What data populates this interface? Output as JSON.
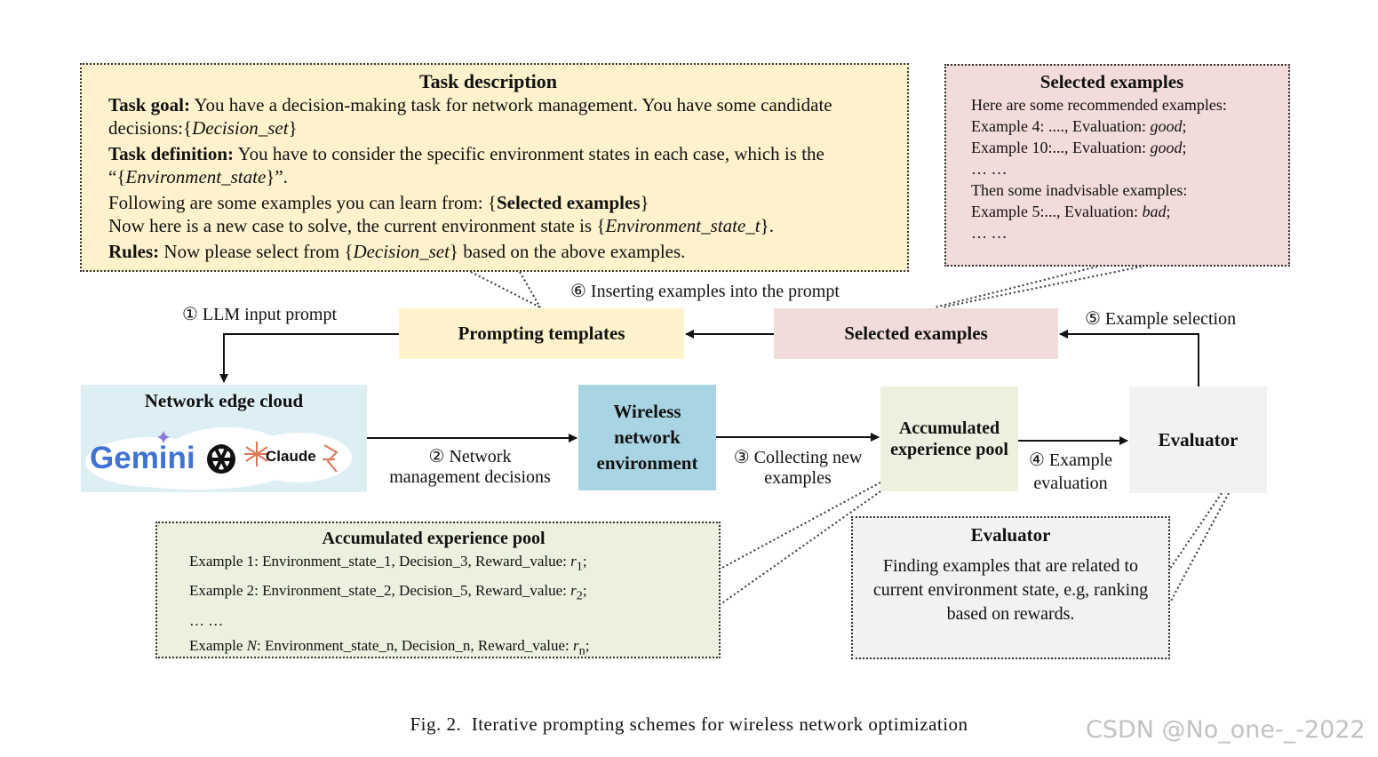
{
  "task_description": {
    "title": "Task description",
    "goal_label": "Task goal:",
    "goal_text_1": " You have a decision-making task for network management. You have some candidate decisions:{",
    "goal_var": "Decision_set",
    "goal_text_2": "}",
    "definition_label": "Task definition:",
    "definition_text_1": " You have to consider the specific environment states in each case, which is the “{",
    "definition_var": "Environment_state",
    "definition_text_2": "}”.",
    "following_text": "Following are some examples you can learn from: {",
    "following_bold": "Selected examples",
    "following_end": "}",
    "now_text_1": "Now here is a new case to solve, the current environment state is {",
    "now_var": "Environment_state_t",
    "now_text_2": "}.",
    "rules_label": "Rules:",
    "rules_text_1": " Now please select from {",
    "rules_var": "Decision_set",
    "rules_text_2": "} based on the above examples."
  },
  "selected_examples_box": {
    "title": "Selected examples",
    "intro": "Here are some recommended examples:",
    "ex4": "Example 4: ...., Evaluation: ",
    "ex4_eval": "good",
    "ex10": "Example 10:..., Evaluation: ",
    "ex10_eval": "good",
    "ellipsis": "… …",
    "then": "Then some inadvisable examples:",
    "ex5": "Example 5:..., Evaluation: ",
    "ex5_eval": "bad",
    "ellipsis2": "… …"
  },
  "nodes": {
    "prompting": "Prompting templates",
    "selected": "Selected examples",
    "cloud": "Network edge cloud",
    "wireless": "Wireless network environment",
    "pool": "Accumulated experience pool",
    "evaluator": "Evaluator"
  },
  "logos": {
    "gemini": "Gemini",
    "claude": "Claude"
  },
  "edge_labels": {
    "step1": "① LLM input prompt",
    "step2_line1": "② Network",
    "step2_line2": "management decisions",
    "step3_line1": "③ Collecting new",
    "step3_line2": "examples",
    "step4_line1": "④ Example",
    "step4_line2": "evaluation",
    "step5": "⑤ Example selection",
    "step6": "⑥ Inserting examples into the prompt"
  },
  "pool_box": {
    "title": "Accumulated experience pool",
    "ex1": "Example 1: Environment_state_1, Decision_3, Reward_value: ",
    "ex1_r": "r",
    "ex1_sub": "1",
    "ex2": "Example 2: Environment_state_2, Decision_5, Reward_value: ",
    "ex2_r": "r",
    "ex2_sub": "2",
    "ellipsis": "… …",
    "exN_pre": "Example ",
    "exN_var": "N",
    "exN": ": Environment_state_n, Decision_n, Reward_value: ",
    "exN_r": "r",
    "exN_sub": "n"
  },
  "evaluator_box": {
    "title": "Evaluator",
    "text": "Finding examples that are related to current environment state, e.g, ranking based on rewards."
  },
  "caption": "Fig. 2.  Iterative prompting schemes for wireless network optimization",
  "watermark": "CSDN @No_one-_-2022",
  "colors": {
    "task_bg": "#fff2cc",
    "selected_bg": "#f2dcdb",
    "cloud_bg": "#deeef5",
    "wireless_bg": "#a9d4e3",
    "pool_bg": "#ebf1de",
    "eval_bg": "#f2f2f2",
    "gemini_blue": "#3f73d6"
  }
}
